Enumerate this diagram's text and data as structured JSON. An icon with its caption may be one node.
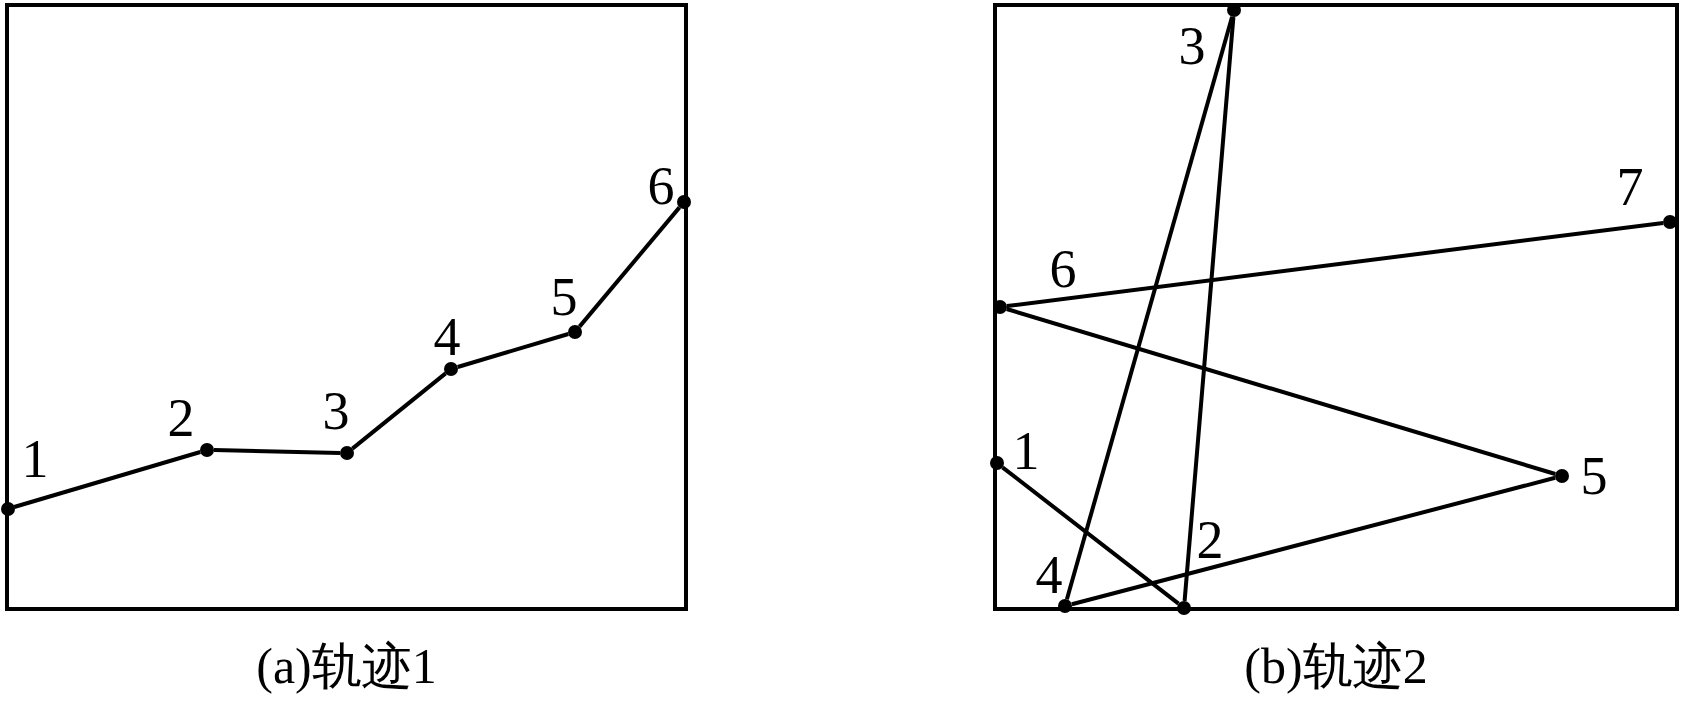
{
  "diagram": {
    "nodes": [
      {
        "text": [
          "(a)轨迹1"
        ]
      },
      {
        "text": [],
        "shape": "circle",
        "beside": [
          "1"
        ],
        "in": 0
      },
      {
        "text": [],
        "shape": "circle",
        "beside": [
          "2"
        ],
        "in": 0
      },
      {
        "text": [],
        "shape": "circle",
        "beside": [
          "3"
        ],
        "in": 0
      },
      {
        "text": [],
        "shape": "circle",
        "beside": [
          "4"
        ],
        "in": 0
      },
      {
        "text": [],
        "shape": "circle",
        "beside": [
          "5"
        ],
        "in": 0
      },
      {
        "text": [],
        "shape": "circle",
        "beside": [
          "6"
        ],
        "in": 0
      },
      {
        "text": [
          "(b)轨迹2"
        ]
      },
      {
        "text": [],
        "shape": "circle",
        "beside": [
          "1"
        ],
        "in": 7
      },
      {
        "text": [],
        "shape": "circle",
        "beside": [
          "2"
        ],
        "in": 7
      },
      {
        "text": [],
        "shape": "circle",
        "beside": [
          "3"
        ],
        "in": 7
      },
      {
        "text": [],
        "shape": "circle",
        "beside": [
          "4"
        ],
        "in": 7
      },
      {
        "text": [],
        "shape": "circle",
        "beside": [
          "5"
        ],
        "in": 7
      },
      {
        "text": [],
        "shape": "circle",
        "beside": [
          "6"
        ],
        "in": 7
      },
      {
        "text": [],
        "shape": "circle",
        "beside": [
          "7"
        ],
        "in": 7
      }
    ],
    "edges": [
      {
        "from": 1,
        "to": 2,
        "arrow": "none"
      },
      {
        "from": 2,
        "to": 3,
        "arrow": "none"
      },
      {
        "from": 3,
        "to": 4,
        "arrow": "none"
      },
      {
        "from": 4,
        "to": 5,
        "arrow": "none"
      },
      {
        "from": 5,
        "to": 6,
        "arrow": "none"
      },
      {
        "from": 8,
        "to": 9,
        "arrow": "none"
      },
      {
        "from": 9,
        "to": 10,
        "arrow": "none"
      },
      {
        "from": 10,
        "to": 11,
        "arrow": "none"
      },
      {
        "from": 11,
        "to": 12,
        "arrow": "none"
      },
      {
        "from": 12,
        "to": 13,
        "arrow": "none"
      },
      {
        "from": 13,
        "to": 14,
        "arrow": "none"
      }
    ]
  }
}
